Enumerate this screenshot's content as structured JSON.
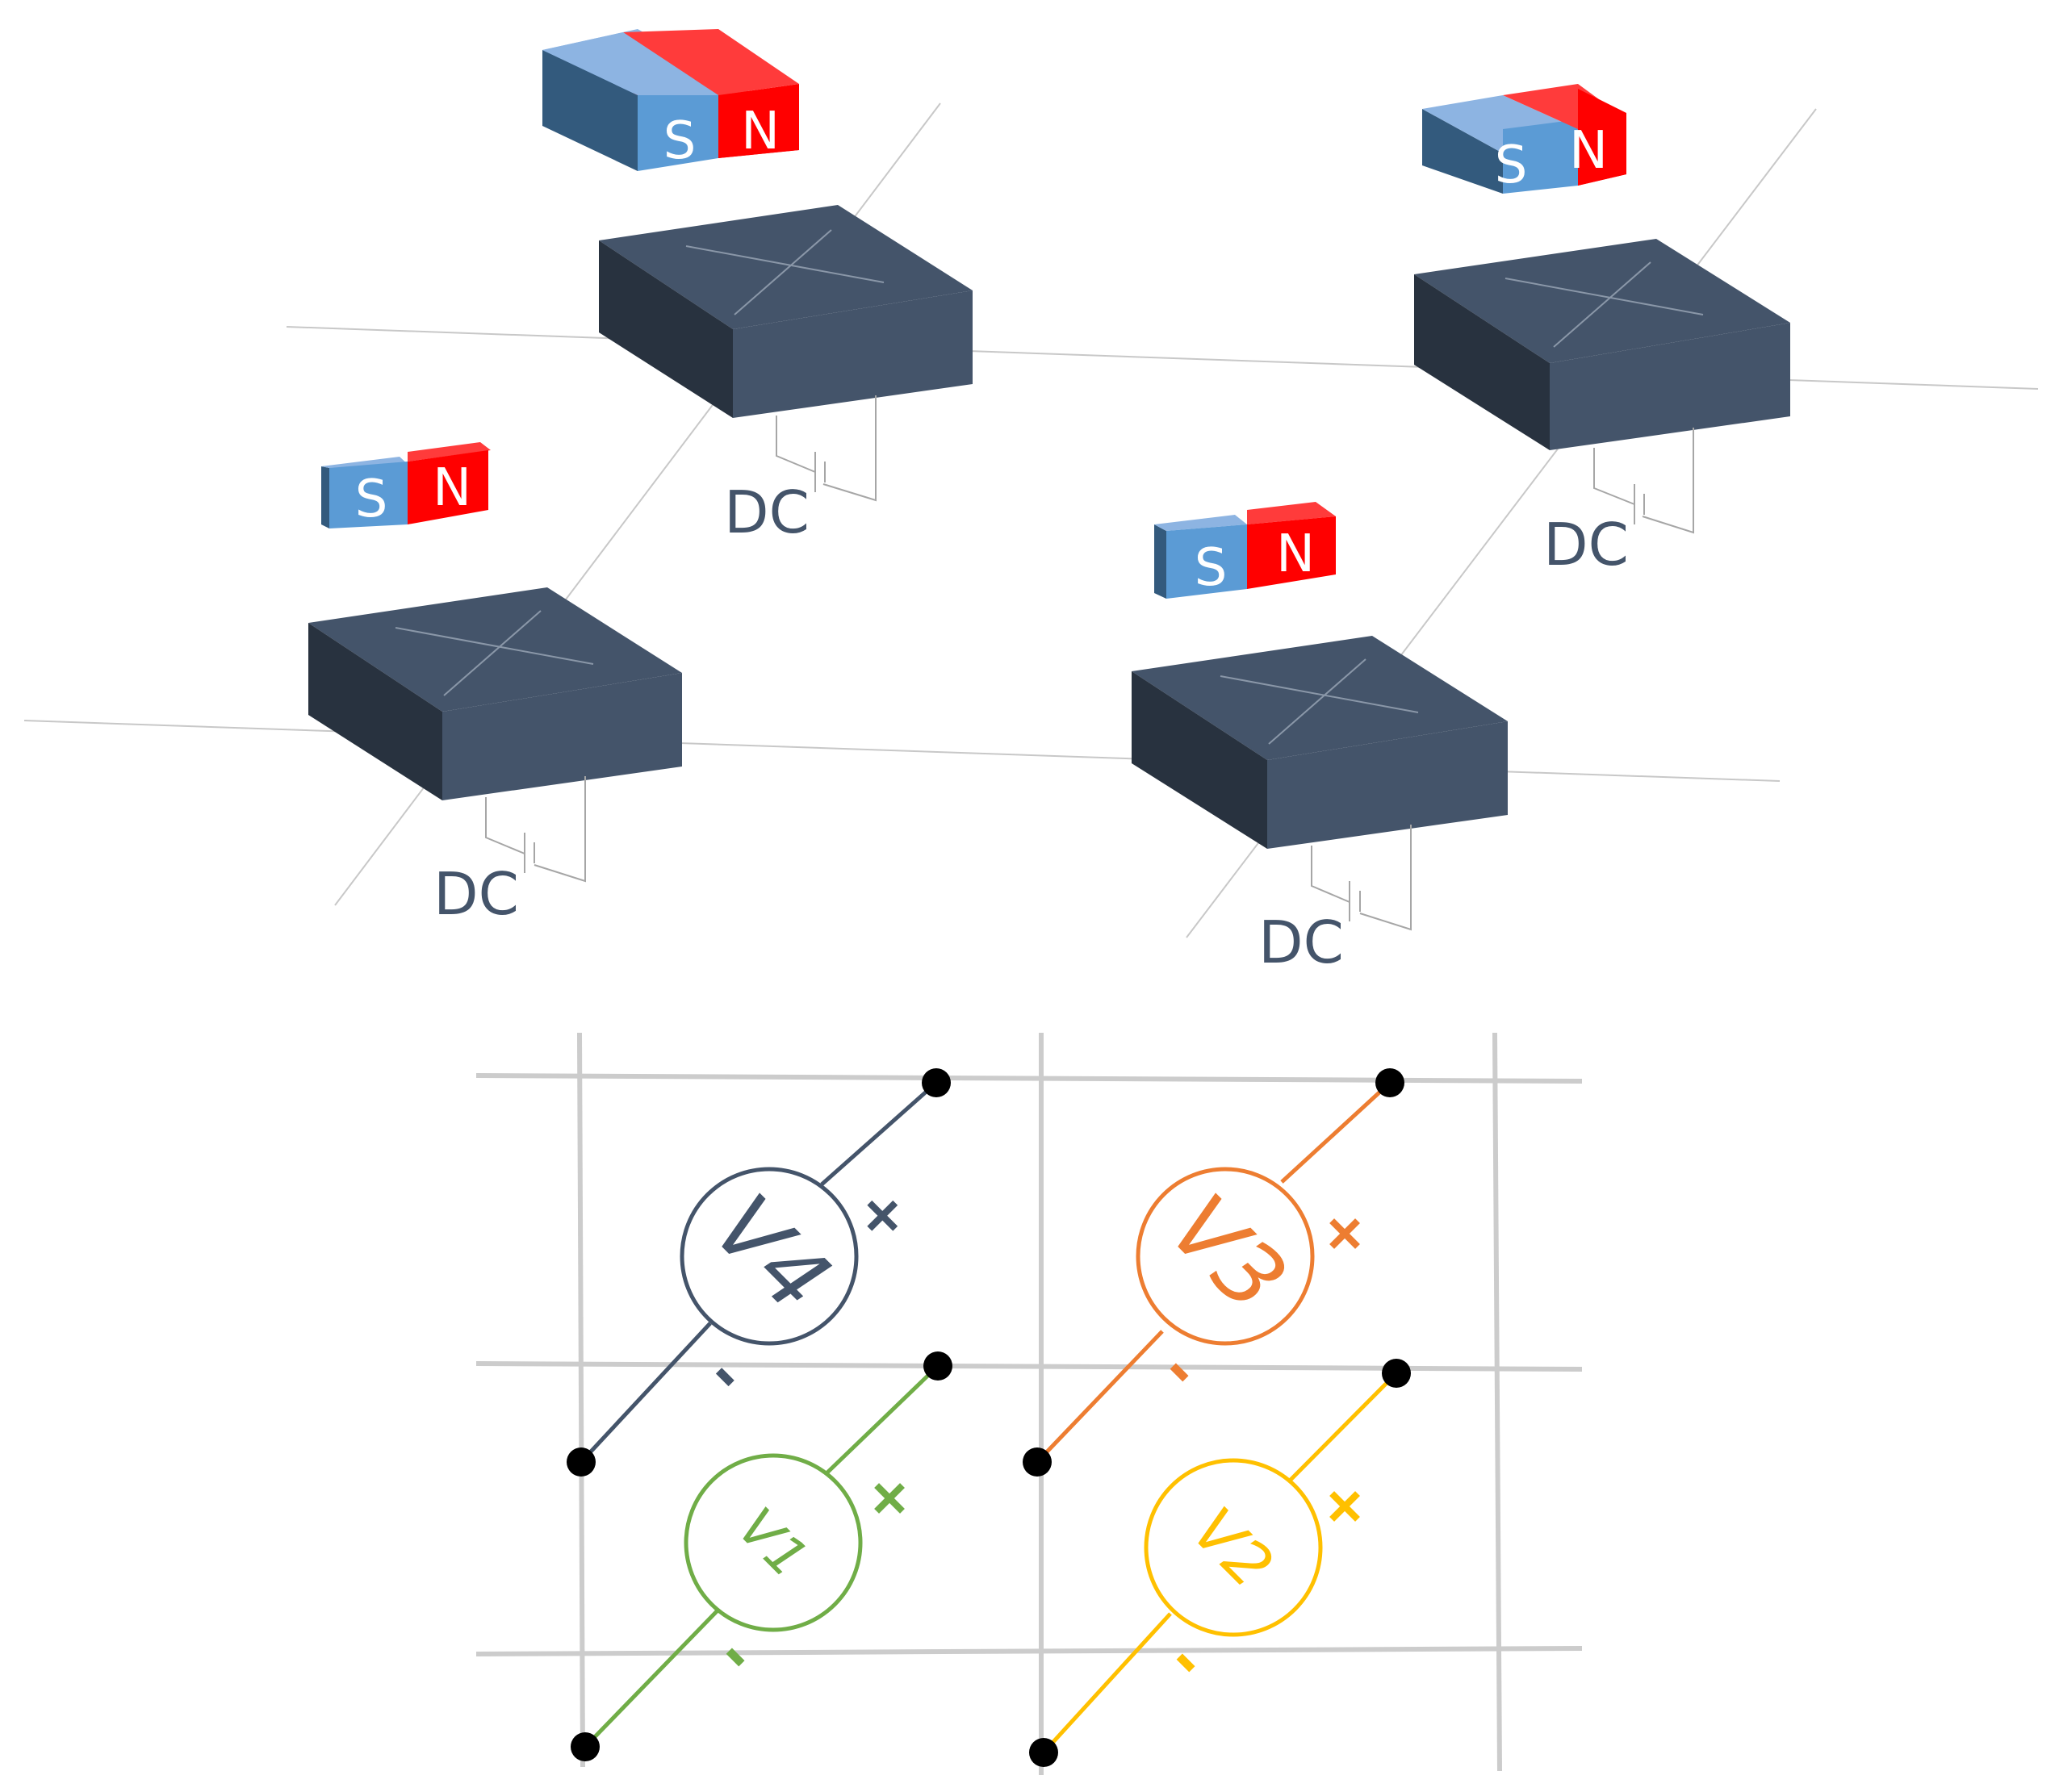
{
  "colors": {
    "block_top": "#44546a",
    "block_side": "#28323f",
    "block_front": "#44546a",
    "magnet_s_top": "#8db4e2",
    "magnet_s_front": "#5b9bd5",
    "magnet_s_side": "#335a7d",
    "magnet_n_top": "#ff3b3b",
    "magnet_n_front": "#ff0000",
    "magnet_n_side": "#c00000",
    "grid": "#cccccc",
    "thin_line": "#bfbfbf",
    "dc_text": "#44546a",
    "node": "#000000"
  },
  "devices": [
    {
      "magnet_s": "S",
      "magnet_n": "N",
      "label": "DC"
    },
    {
      "magnet_s": "S",
      "magnet_n": "N",
      "label": "DC"
    },
    {
      "magnet_s": "S",
      "magnet_n": "N",
      "label": "DC"
    },
    {
      "magnet_s": "S",
      "magnet_n": "N",
      "label": "DC"
    }
  ],
  "sources": [
    {
      "name": "V4",
      "plus": "+",
      "minus": "-",
      "color": "#44546a"
    },
    {
      "name": "V3",
      "plus": "+",
      "minus": "-",
      "color": "#ed7d31"
    },
    {
      "name": "V1",
      "plus": "+",
      "minus": "-",
      "color": "#70ad47"
    },
    {
      "name": "V2",
      "plus": "+",
      "minus": "-",
      "color": "#ffc000"
    }
  ]
}
